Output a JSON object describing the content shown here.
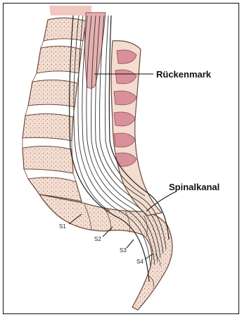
{
  "labels": {
    "spinal_cord": "Rückenmark",
    "spinal_canal": "Spinalkanal",
    "s1": "S1",
    "s2": "S2",
    "s3": "S3",
    "s4": "S4"
  },
  "colors": {
    "bone": "#f3ddd0",
    "bone_stroke": "#6b4a3a",
    "disc": "#ffffff",
    "cord": "#d98a8a",
    "cord_dark": "#b85a62",
    "nerve": "#444444"
  }
}
